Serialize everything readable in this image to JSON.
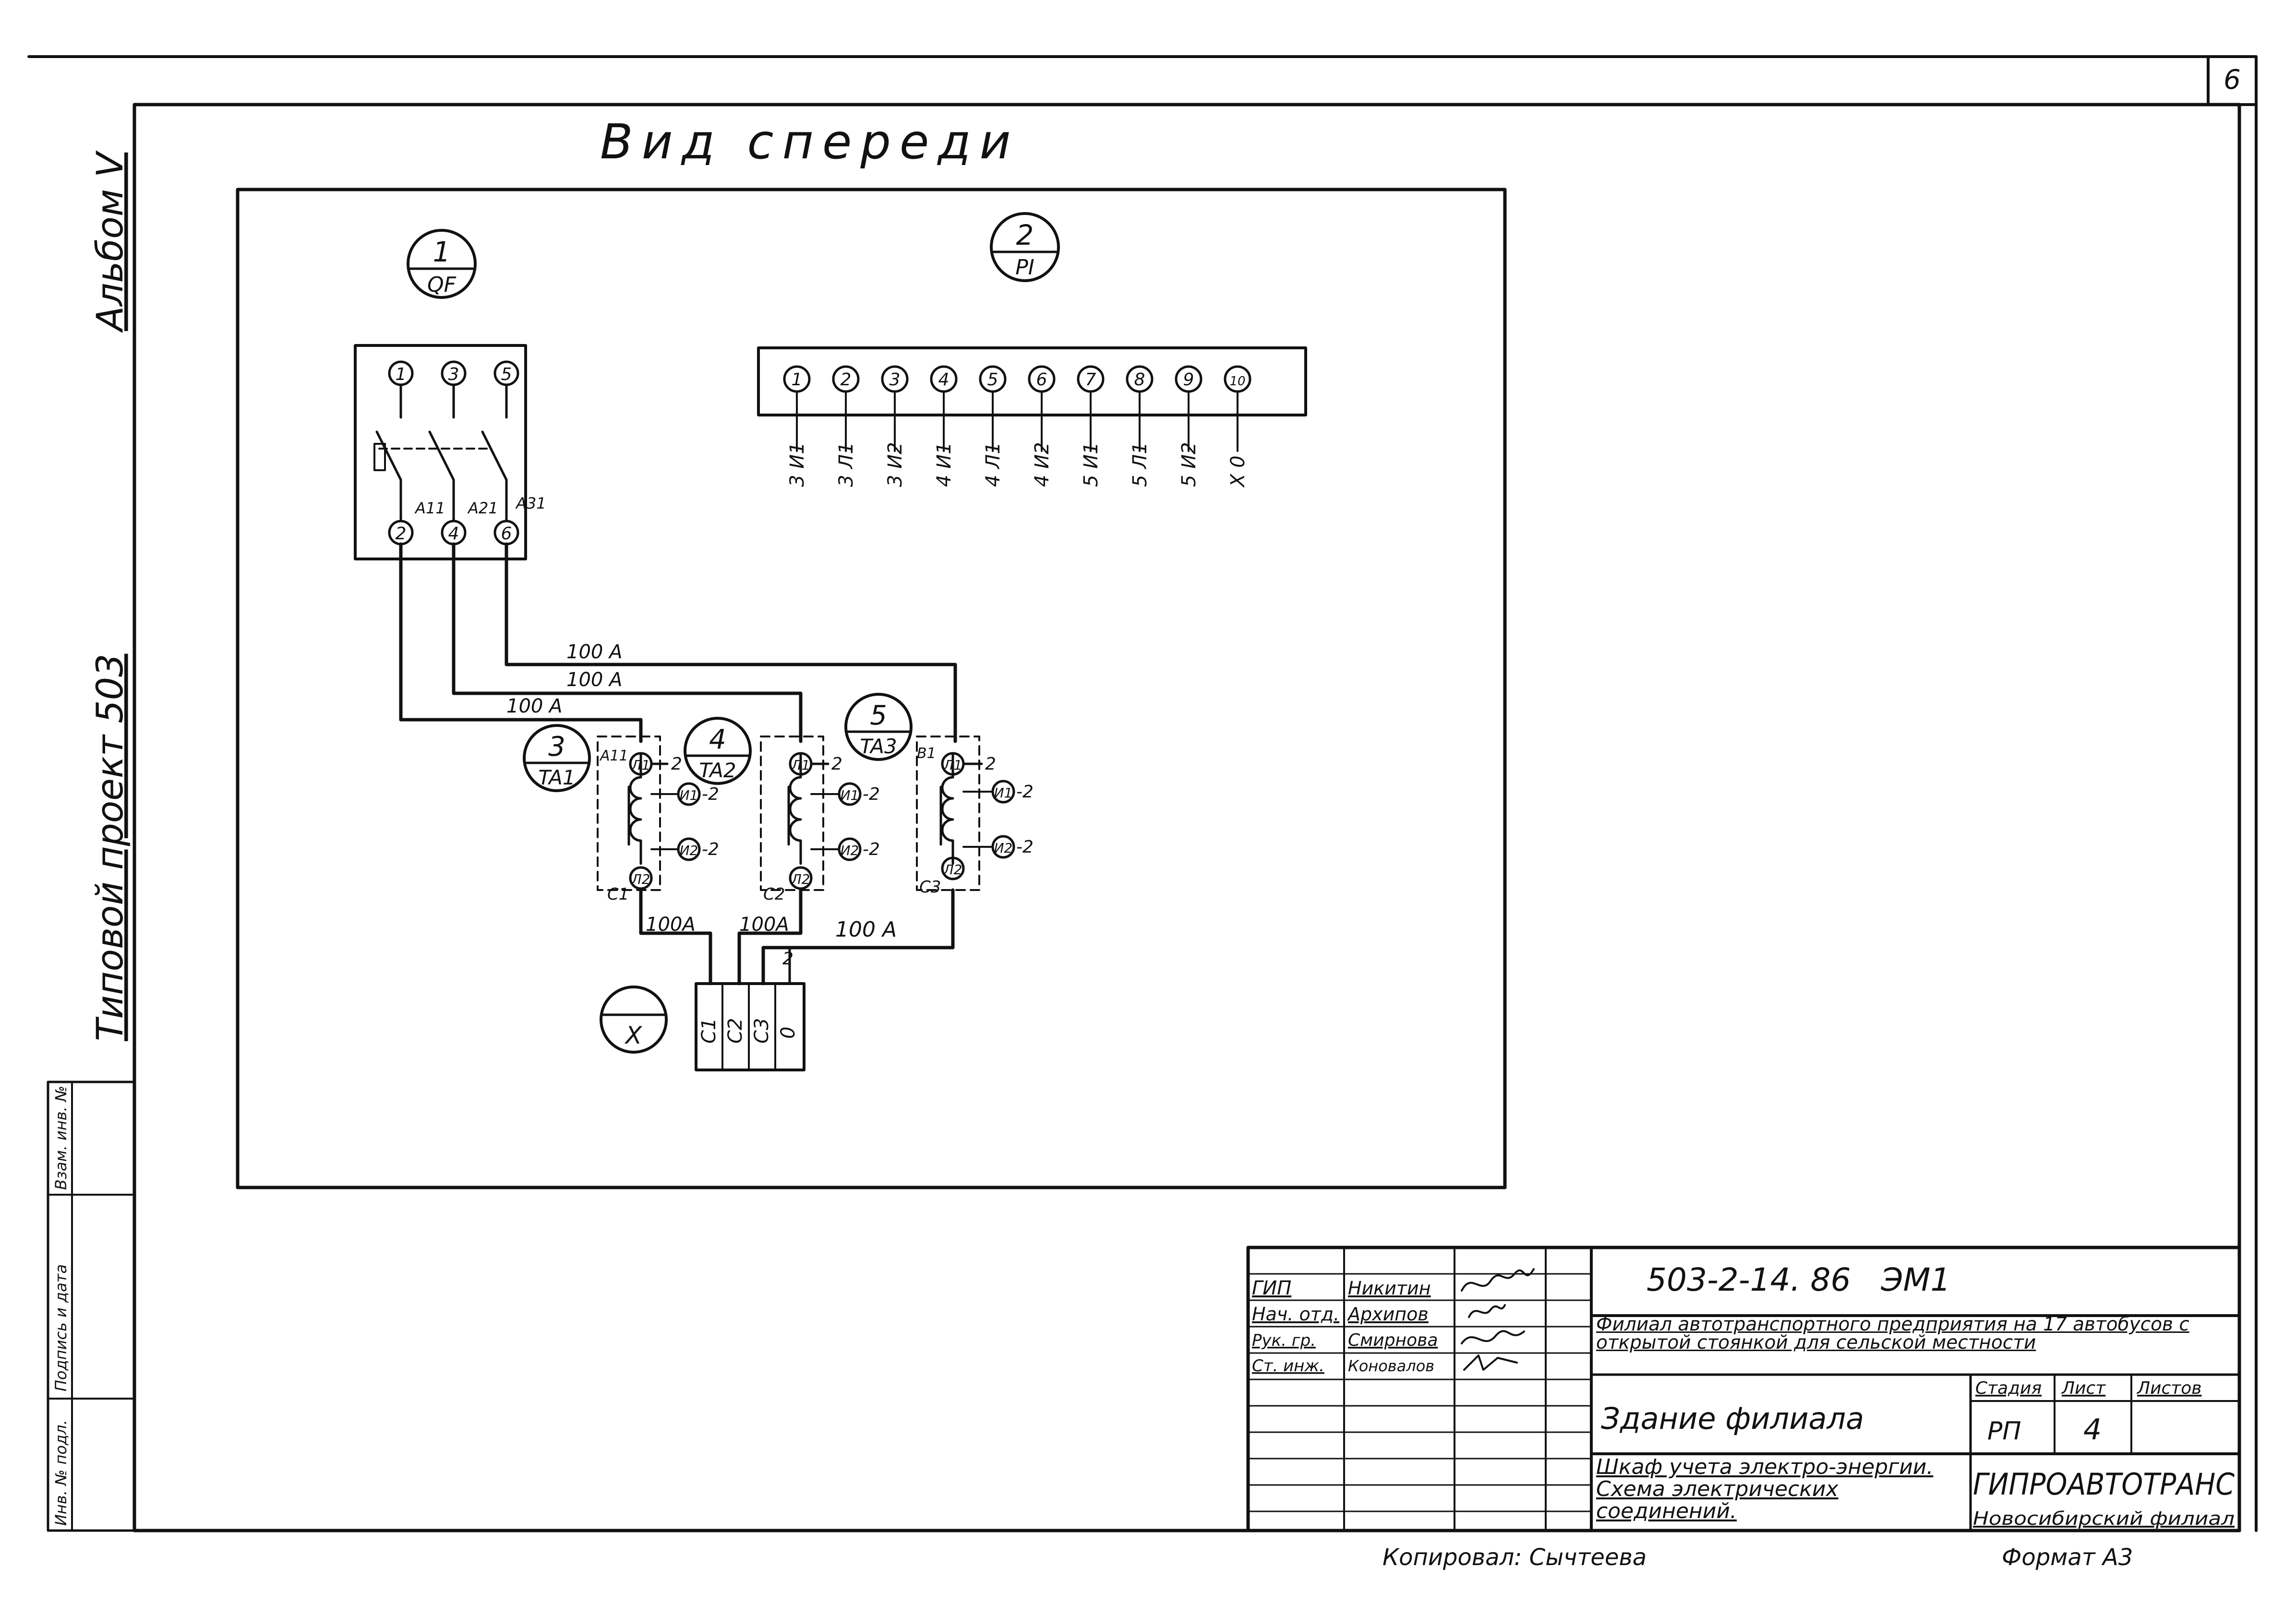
{
  "sheet_number": "6",
  "album": "Альбом V",
  "project": "Типовой проект 503",
  "view_title": "Вид спереди",
  "devices": {
    "qf": {
      "num": "1",
      "code": "QF"
    },
    "pi": {
      "num": "2",
      "code": "PI"
    },
    "ta1": {
      "num": "3",
      "code": "TA1"
    },
    "ta2": {
      "num": "4",
      "code": "TA2"
    },
    "ta3": {
      "num": "5",
      "code": "TA3"
    },
    "x": {
      "code": "X"
    }
  },
  "breaker": {
    "top_terminals": [
      "1",
      "3",
      "5"
    ],
    "bottom_terminals": [
      "2",
      "4",
      "6"
    ],
    "bottom_labels": [
      "A11",
      "A21",
      "A31"
    ]
  },
  "meter_terminals": [
    {
      "num": "1",
      "wire": "3 И1"
    },
    {
      "num": "2",
      "wire": "3 Л1"
    },
    {
      "num": "3",
      "wire": "3 И2"
    },
    {
      "num": "4",
      "wire": "4 И1"
    },
    {
      "num": "5",
      "wire": "4 Л1"
    },
    {
      "num": "6",
      "wire": "4 И2"
    },
    {
      "num": "7",
      "wire": "5 И1"
    },
    {
      "num": "8",
      "wire": "5 Л1"
    },
    {
      "num": "9",
      "wire": "5 И2"
    },
    {
      "num": "10",
      "wire": "X 0"
    }
  ],
  "wire_current": [
    "100 А",
    "100 А",
    "100 А",
    "100А",
    "100А",
    "100 А"
  ],
  "ct_labels": {
    "in": [
      "A11",
      "B1"
    ],
    "out": [
      "C1",
      "C2",
      "C3"
    ],
    "L1": "Л1",
    "L2": "Л2",
    "I1": "И1",
    "I2": "И2",
    "minus2": "-2",
    "two": "2"
  },
  "x_terminals": [
    "C1",
    "C2",
    "C3",
    "0"
  ],
  "side_stamp": [
    "Инв. № подл.",
    "Подпись и дата",
    "Взам. инв. №"
  ],
  "title_block": {
    "roles": [
      "ГИП",
      "Нач. отд.",
      "Рук. гр.",
      "Ст. инж."
    ],
    "names": [
      "Никитин",
      "Архипов",
      "Смирнова",
      "Коновалов"
    ],
    "code": "503-2-14. 86   ЭМ1",
    "object_name": "Филиал автотранспортного предприятия на 17 автобусов с открытой стоянкой для сельской местности",
    "building": "Здание филиала",
    "sheet_name": "Шкаф учета электро-энергии. Схема электрических соединений.",
    "stage_label": "Стадия",
    "sheet_label": "Лист",
    "sheets_label": "Листов",
    "stage": "РП",
    "sheet": "4",
    "org": "ГИПРОАВТОТРАНС",
    "branch": "Новосибирский филиал"
  },
  "footer": {
    "copied": "Копировал: Сычтеева",
    "format": "Формат А3"
  }
}
